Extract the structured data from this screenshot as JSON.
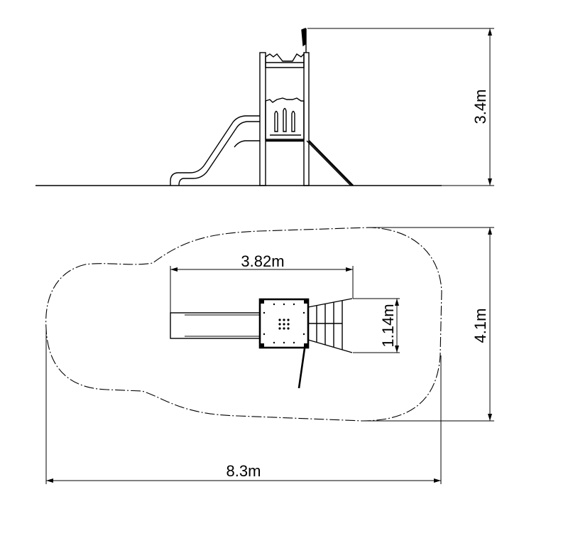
{
  "drawing": {
    "elevation": {
      "height_label": "3.4m"
    },
    "plan": {
      "overall_length_label": "8.3m",
      "overall_width_label": "4.1m",
      "equipment_length_label": "3.82m",
      "ladder_width_label": "1.14m"
    }
  }
}
